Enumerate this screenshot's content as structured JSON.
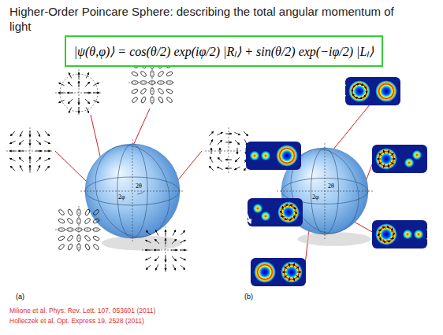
{
  "diagram": {
    "title": "Higher-Order Poincare Sphere: describing the total angular momentum of light",
    "nodes": [
      {
        "text": [
          "|ψ(θ,φ)⟩ = cos(θ/2) exp(iφ/2) |Rₗ⟩ + sin(θ/2) exp(−iφ/2) |Lₗ⟩"
        ]
      }
    ],
    "labels": [
      "2φ",
      "2θ",
      "(a)",
      "2φ",
      "2θ",
      "(b)",
      "Milione et al. Phys. Rev. Lett. 107, 053601 (2011)",
      "Holleczek et al. Opt. Express 19, 2528 (2011)"
    ]
  }
}
